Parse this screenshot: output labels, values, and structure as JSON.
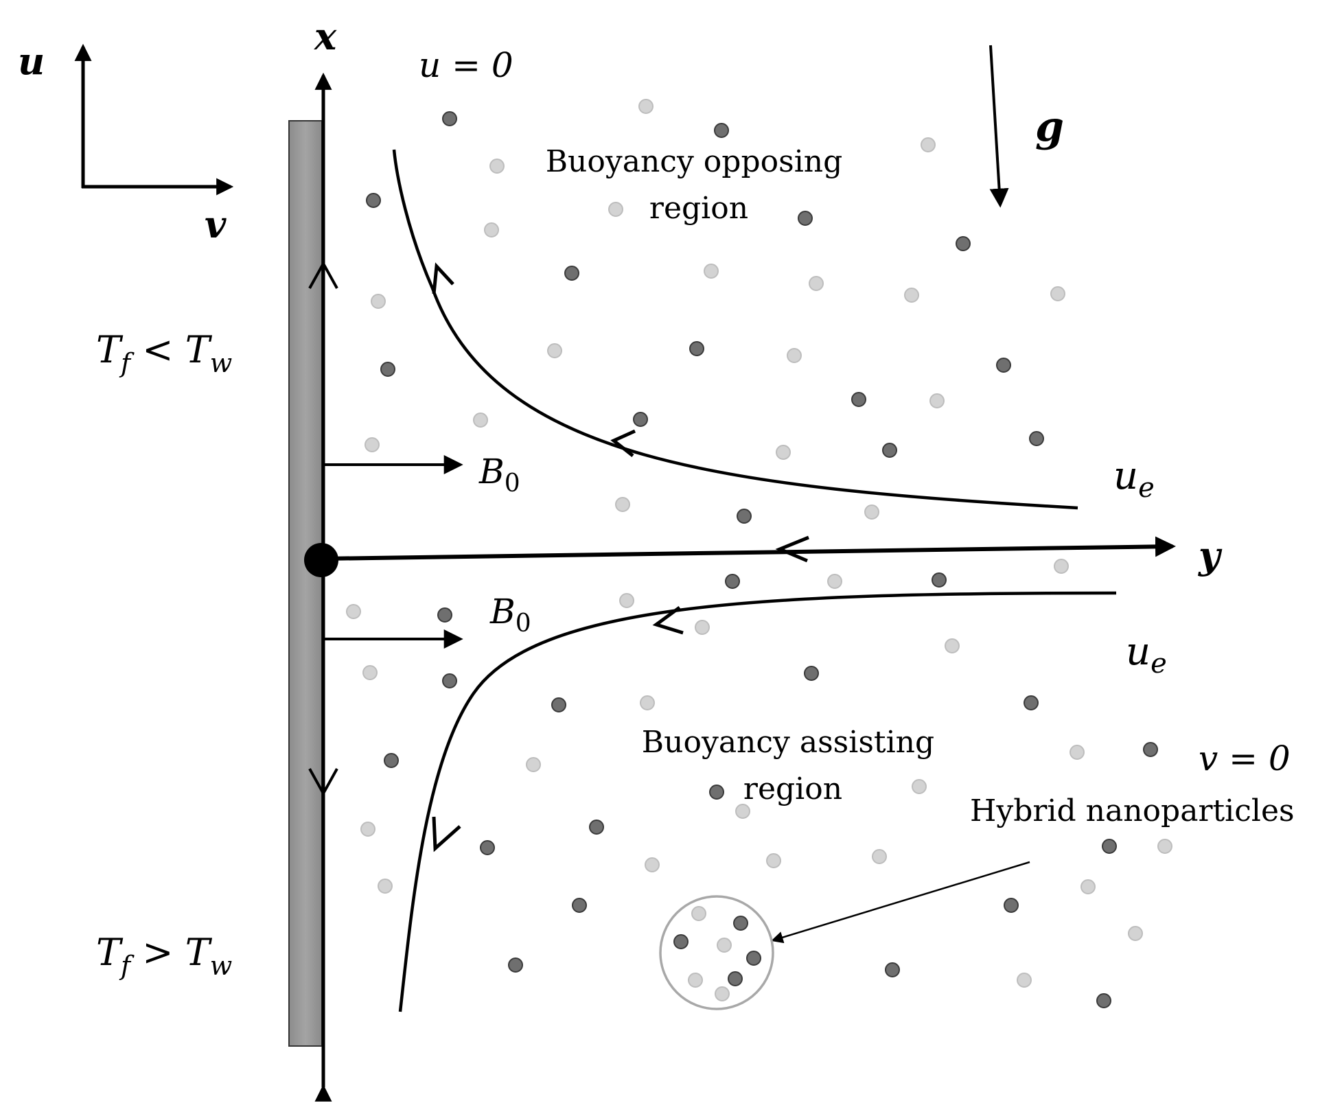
{
  "axes": {
    "x_label": "x",
    "y_label": "y",
    "u_label": "u",
    "v_label": "v",
    "g_label": "g"
  },
  "conditions": {
    "top_boundary": "u = 0",
    "right_boundary": "v = 0",
    "upper_temperature": {
      "T": "T",
      "sub_f": "f",
      "rel": " < ",
      "T2": "T",
      "sub_w": "w"
    },
    "lower_temperature": {
      "T": "T",
      "sub_f": "f",
      "rel": " > ",
      "T2": "T",
      "sub_w": "w"
    },
    "free_stream": {
      "u": "u",
      "sub": "e"
    },
    "magnetic_field": {
      "B": "B",
      "sub": "0"
    }
  },
  "regions": {
    "opposing_line1": "Buoyancy opposing",
    "opposing_line2": "region",
    "assisting_line1": "Buoyancy assisting",
    "assisting_line2": "region"
  },
  "nanoparticles_label": "Hybrid nanoparticles",
  "colors": {
    "plate_fill": "#9a9a9a",
    "particle_dark": "#6f6f6f",
    "particle_light": "#d3d3d3",
    "inset_circle": "#a8a8a8"
  }
}
